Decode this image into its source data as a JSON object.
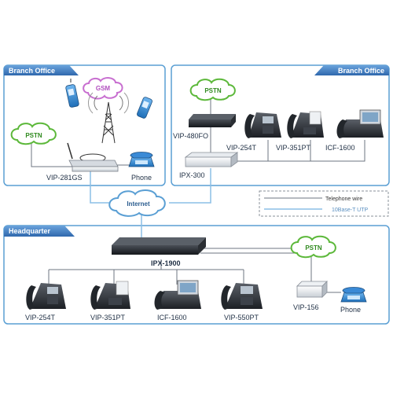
{
  "panels": {
    "branch_left": "Branch Office",
    "branch_right": "Branch Office",
    "headquarter": "Headquarter"
  },
  "clouds": {
    "gsm": "GSM",
    "pstn_left": "PSTN",
    "pstn_right": "PSTN",
    "pstn_hq": "PSTN",
    "internet": "Internet"
  },
  "devices": {
    "vip_281gs": "VIP-281GS",
    "phone_left": "Phone",
    "vip_480fo": "VIP-480FO",
    "ipx_300": "IPX-300",
    "vip_254t_br": "VIP-254T",
    "vip_351pt_br": "VIP-351PT",
    "icf_1600_br": "ICF-1600",
    "ipx_1900": "IPX-1900",
    "vip_254t_hq": "VIP-254T",
    "vip_351pt_hq": "VIP-351PT",
    "icf_1600_hq": "ICF-1600",
    "vip_550pt": "VIP-550PT",
    "vip_156": "VIP-156",
    "phone_hq": "Phone"
  },
  "legend": {
    "telephone_wire": "Telephone wire",
    "utp": "10Base-T UTP"
  },
  "colors": {
    "panel_border": "#5a9fd4",
    "header_fill": "#3f7cc2",
    "utp_line": "#8cbfe6",
    "phone_line": "#6e7680",
    "pstn_cloud_stroke": "#5cb83a",
    "gsm_cloud_stroke": "#c86fd0",
    "internet_cloud_stroke": "#5a9fd4"
  }
}
